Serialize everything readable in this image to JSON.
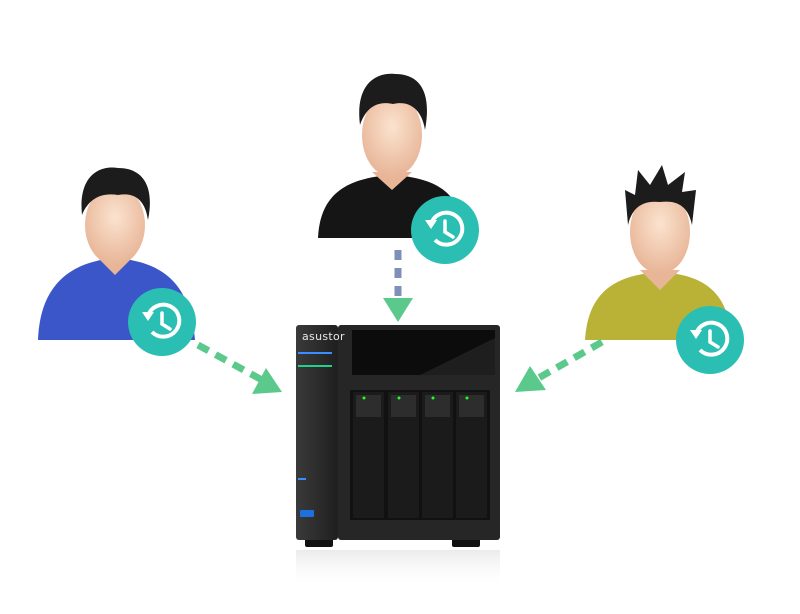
{
  "nas": {
    "brand_logo": "asustor",
    "bays": 4
  },
  "users": [
    {
      "name": "user-left",
      "shirt_color": "#3a56c8"
    },
    {
      "name": "user-top",
      "shirt_color": "#1a1a1a"
    },
    {
      "name": "user-right",
      "shirt_color": "#b9b236"
    }
  ],
  "colors": {
    "badge": "#2bbfb3",
    "arrow": "#5cc98c",
    "arrow_top": "#7f8fb8",
    "nas_body": "#2a2a2a"
  },
  "icons": [
    "restore-clock-icon",
    "nas-device-icon",
    "user-avatar-icon",
    "dashed-arrow-icon"
  ]
}
